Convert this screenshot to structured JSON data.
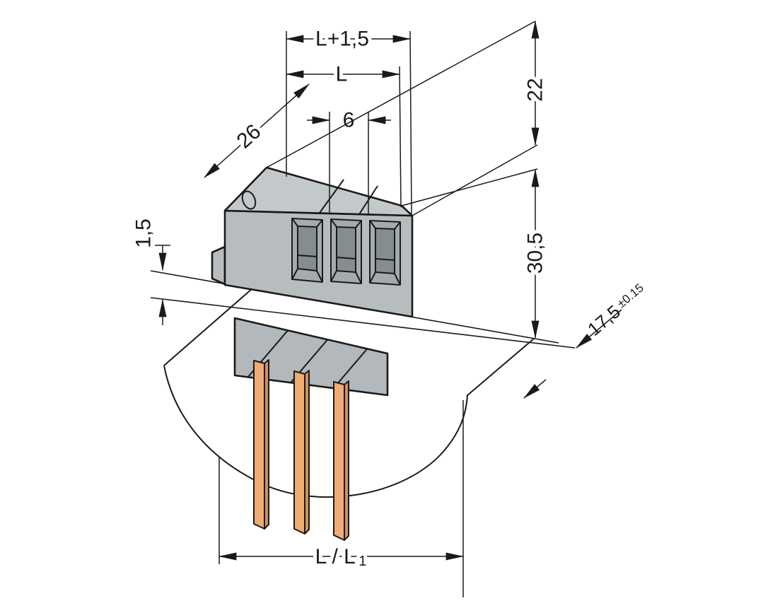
{
  "drawing": {
    "title": "terminal-block-dimension-drawing",
    "dims": {
      "l_plus": "L+1,5",
      "l": "L",
      "six": "6",
      "twenty_six": "26",
      "one_point_five": "1,5",
      "twenty_two": "22",
      "thirty_point_five": "30,5",
      "seventeen_five": "17,5",
      "tolerance": "±0.15",
      "l_over_l1_main": "L / L",
      "l_over_l1_sub": "1"
    },
    "colors": {
      "line": "#1a1a1a",
      "body_gray": "#b7bcbf",
      "roof_gray": "#c3c8ca",
      "opening_gray": "#a4abaf",
      "opening_dark": "#868d91",
      "base_gray": "#b2b8bb",
      "pin_orange": "#efac73",
      "pin_side": "#d69154",
      "background": "#ffffff"
    }
  }
}
